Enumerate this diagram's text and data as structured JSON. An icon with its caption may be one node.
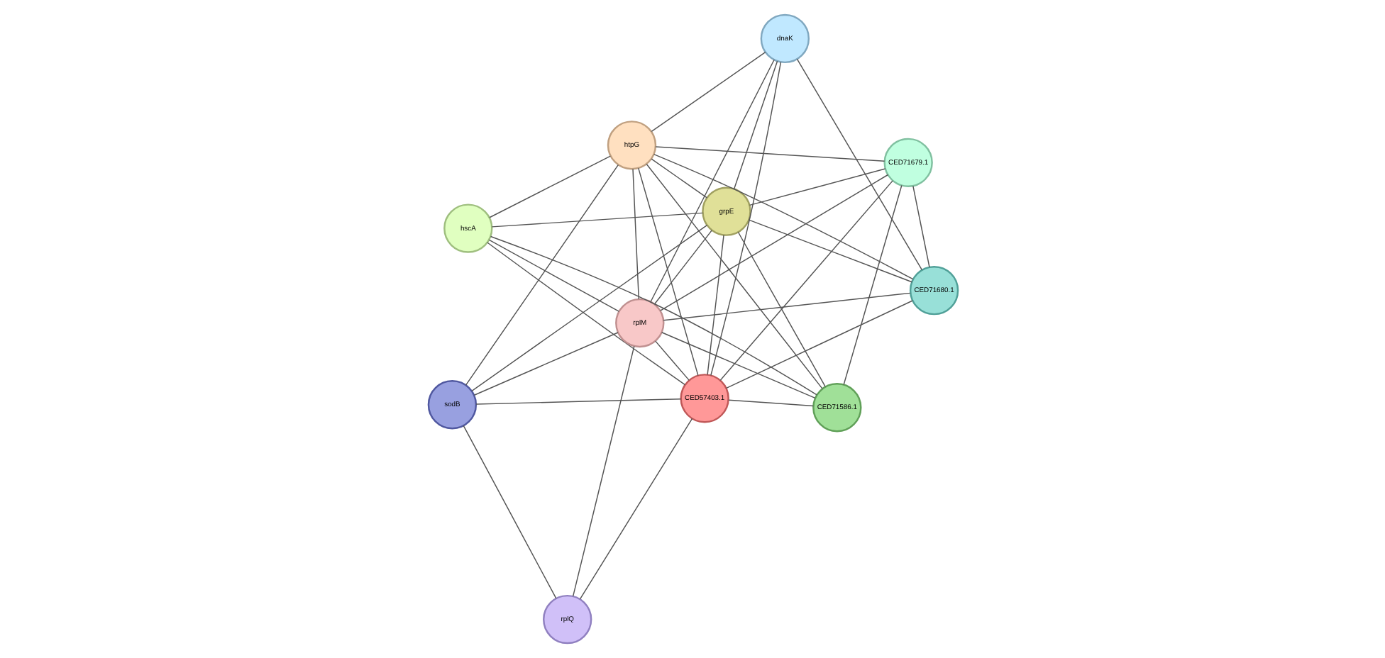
{
  "diagram": {
    "nodes": [
      {
        "text": [
          "hscA"
        ]
      },
      {
        "text": [
          "CED71679.1"
        ]
      },
      {
        "text": [
          "CED71680.1"
        ]
      },
      {
        "text": [
          "htpG"
        ]
      },
      {
        "text": [
          "grpE"
        ]
      },
      {
        "text": [
          "dnaK"
        ]
      },
      {
        "text": [
          "CED57403.1"
        ]
      },
      {
        "text": [
          "rplM"
        ]
      },
      {
        "text": [
          "sodB"
        ]
      },
      {
        "text": [
          "CED71586.1"
        ]
      },
      {
        "text": [
          "rplQ"
        ]
      }
    ],
    "edges": [
      {
        "from": 0,
        "to": 3,
        "arrow": "none"
      },
      {
        "from": 0,
        "to": 4,
        "arrow": "none"
      },
      {
        "from": 0,
        "to": 6,
        "arrow": "none"
      },
      {
        "from": 0,
        "to": 7,
        "arrow": "none"
      },
      {
        "from": 0,
        "to": 9,
        "arrow": "none"
      },
      {
        "from": 1,
        "to": 2,
        "arrow": "none"
      },
      {
        "from": 1,
        "to": 3,
        "arrow": "none"
      },
      {
        "from": 1,
        "to": 4,
        "arrow": "none"
      },
      {
        "from": 1,
        "to": 6,
        "arrow": "none"
      },
      {
        "from": 1,
        "to": 7,
        "arrow": "none"
      },
      {
        "from": 1,
        "to": 9,
        "arrow": "none"
      },
      {
        "from": 2,
        "to": 3,
        "arrow": "none"
      },
      {
        "from": 2,
        "to": 4,
        "arrow": "none"
      },
      {
        "from": 2,
        "to": 5,
        "arrow": "none"
      },
      {
        "from": 2,
        "to": 6,
        "arrow": "none"
      },
      {
        "from": 2,
        "to": 7,
        "arrow": "none"
      },
      {
        "from": 3,
        "to": 4,
        "arrow": "none"
      },
      {
        "from": 3,
        "to": 5,
        "arrow": "none"
      },
      {
        "from": 3,
        "to": 6,
        "arrow": "none"
      },
      {
        "from": 3,
        "to": 7,
        "arrow": "none"
      },
      {
        "from": 3,
        "to": 8,
        "arrow": "none"
      },
      {
        "from": 3,
        "to": 9,
        "arrow": "none"
      },
      {
        "from": 4,
        "to": 5,
        "arrow": "none"
      },
      {
        "from": 4,
        "to": 6,
        "arrow": "none"
      },
      {
        "from": 4,
        "to": 7,
        "arrow": "none"
      },
      {
        "from": 4,
        "to": 8,
        "arrow": "none"
      },
      {
        "from": 4,
        "to": 9,
        "arrow": "none"
      },
      {
        "from": 5,
        "to": 6,
        "arrow": "none"
      },
      {
        "from": 5,
        "to": 7,
        "arrow": "none"
      },
      {
        "from": 6,
        "to": 7,
        "arrow": "none"
      },
      {
        "from": 6,
        "to": 8,
        "arrow": "none"
      },
      {
        "from": 6,
        "to": 9,
        "arrow": "none"
      },
      {
        "from": 6,
        "to": 10,
        "arrow": "none"
      },
      {
        "from": 7,
        "to": 8,
        "arrow": "none"
      },
      {
        "from": 7,
        "to": 9,
        "arrow": "none"
      },
      {
        "from": 7,
        "to": 10,
        "arrow": "none"
      },
      {
        "from": 8,
        "to": 10,
        "arrow": "none"
      }
    ]
  }
}
